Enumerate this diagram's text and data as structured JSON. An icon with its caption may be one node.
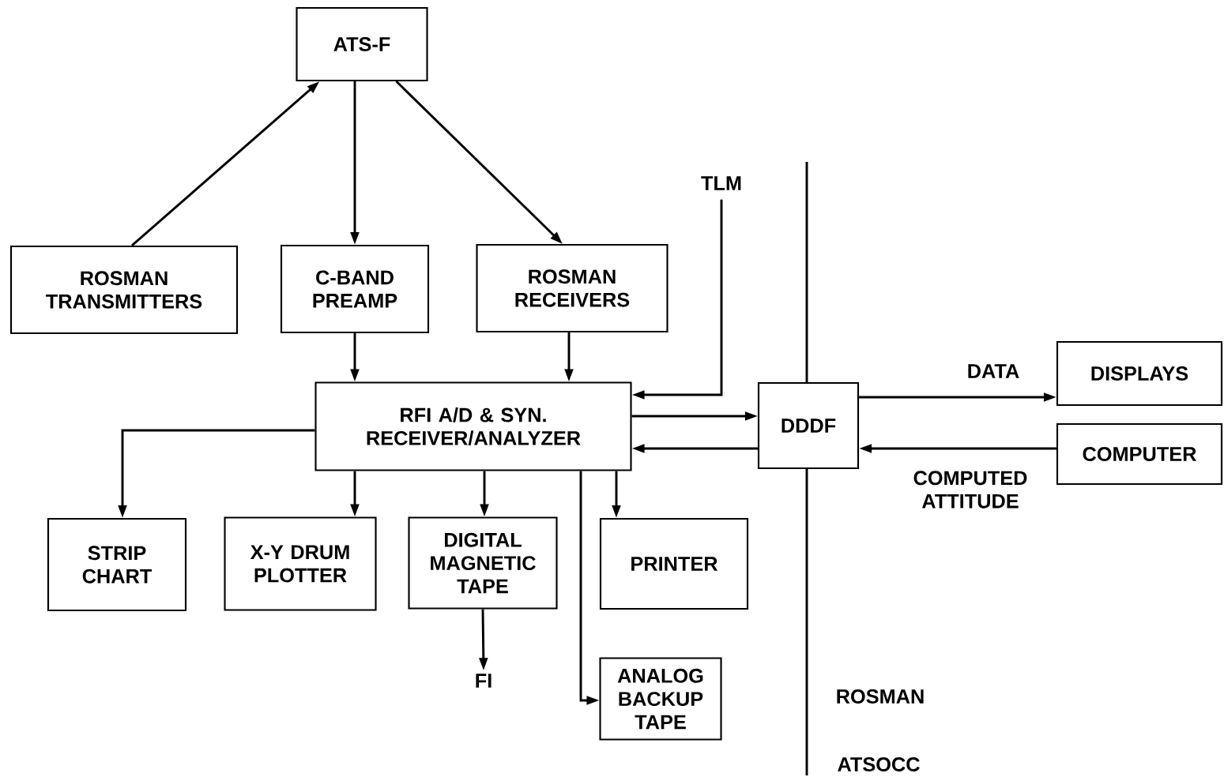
{
  "diagram": {
    "nodes": [
      {
        "text": [
          "ATS-F"
        ]
      },
      {
        "text": [
          "ROSMAN TRANSMITTERS"
        ]
      },
      {
        "text": [
          "C-BAND PREAMP"
        ]
      },
      {
        "text": [
          "ROSMAN RECEIVERS"
        ]
      },
      {
        "text": [
          "TLM"
        ]
      },
      {
        "text": [
          "RFI A/D & SYN. RECEIVER/ANALYZER"
        ]
      },
      {
        "text": [
          "DDDF"
        ]
      },
      {
        "text": [
          "DISPLAYS"
        ]
      },
      {
        "text": [
          "COMPUTER"
        ]
      },
      {
        "text": [
          "STRIP CHART"
        ]
      },
      {
        "text": [
          "X-Y DRUM PLOTTER"
        ]
      },
      {
        "text": [
          "DIGITAL MAGNETIC TAPE"
        ]
      },
      {
        "text": [
          "PRINTER"
        ]
      },
      {
        "text": [
          "FI"
        ]
      },
      {
        "text": [
          "ANALOG BACKUP TAPE"
        ]
      }
    ],
    "edges": [
      {
        "from": 1,
        "to": 0,
        "arrow": "to"
      },
      {
        "from": 0,
        "to": 2,
        "arrow": "to"
      },
      {
        "from": 0,
        "to": 3,
        "arrow": "to"
      },
      {
        "from": 2,
        "to": 5,
        "arrow": "to"
      },
      {
        "from": 3,
        "to": 5,
        "arrow": "to"
      },
      {
        "from": 4,
        "to": 5,
        "arrow": "to"
      },
      {
        "from": 5,
        "to": 6,
        "arrow": "to"
      },
      {
        "from": 6,
        "to": 5,
        "arrow": "to"
      },
      {
        "from": 6,
        "to": 7,
        "arrow": "to",
        "label": "DATA"
      },
      {
        "from": 8,
        "to": 6,
        "arrow": "to",
        "label": "COMPUTED ATTITUDE"
      },
      {
        "from": 5,
        "to": 9,
        "arrow": "to"
      },
      {
        "from": 5,
        "to": 10,
        "arrow": "to"
      },
      {
        "from": 5,
        "to": 11,
        "arrow": "to"
      },
      {
        "from": 5,
        "to": 12,
        "arrow": "to"
      },
      {
        "from": 5,
        "to": 14,
        "arrow": "to"
      },
      {
        "from": 11,
        "to": 13,
        "arrow": "to"
      }
    ],
    "labels": [
      "ROSMAN",
      "ATSOCC"
    ]
  }
}
